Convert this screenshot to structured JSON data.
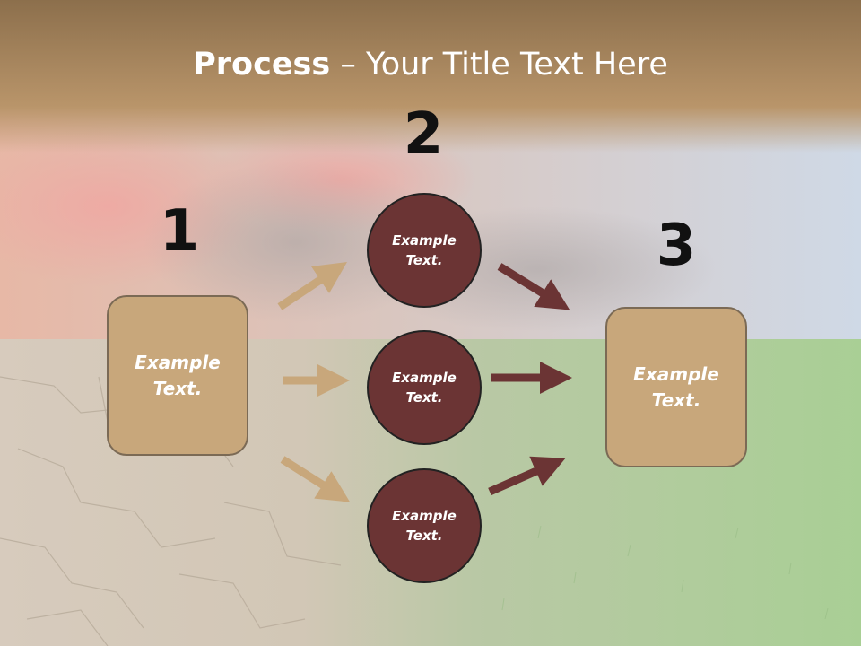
{
  "slide": {
    "title_bold": "Process",
    "title_rest": " – Your Title Text Here",
    "colors": {
      "box_fill": "#c8a77b",
      "circle_fill": "#6b3434",
      "tan_arrow": "#c8a77b",
      "dark_arrow": "#6b3434"
    }
  },
  "steps": {
    "one": {
      "number": "1",
      "text_line1": "Example",
      "text_line2": "Text."
    },
    "two": {
      "number": "2"
    },
    "three": {
      "number": "3",
      "text_line1": "Example",
      "text_line2": "Text."
    }
  },
  "circles": [
    {
      "line1": "Example",
      "line2": "Text."
    },
    {
      "line1": "Example",
      "line2": "Text."
    },
    {
      "line1": "Example",
      "line2": "Text."
    }
  ]
}
